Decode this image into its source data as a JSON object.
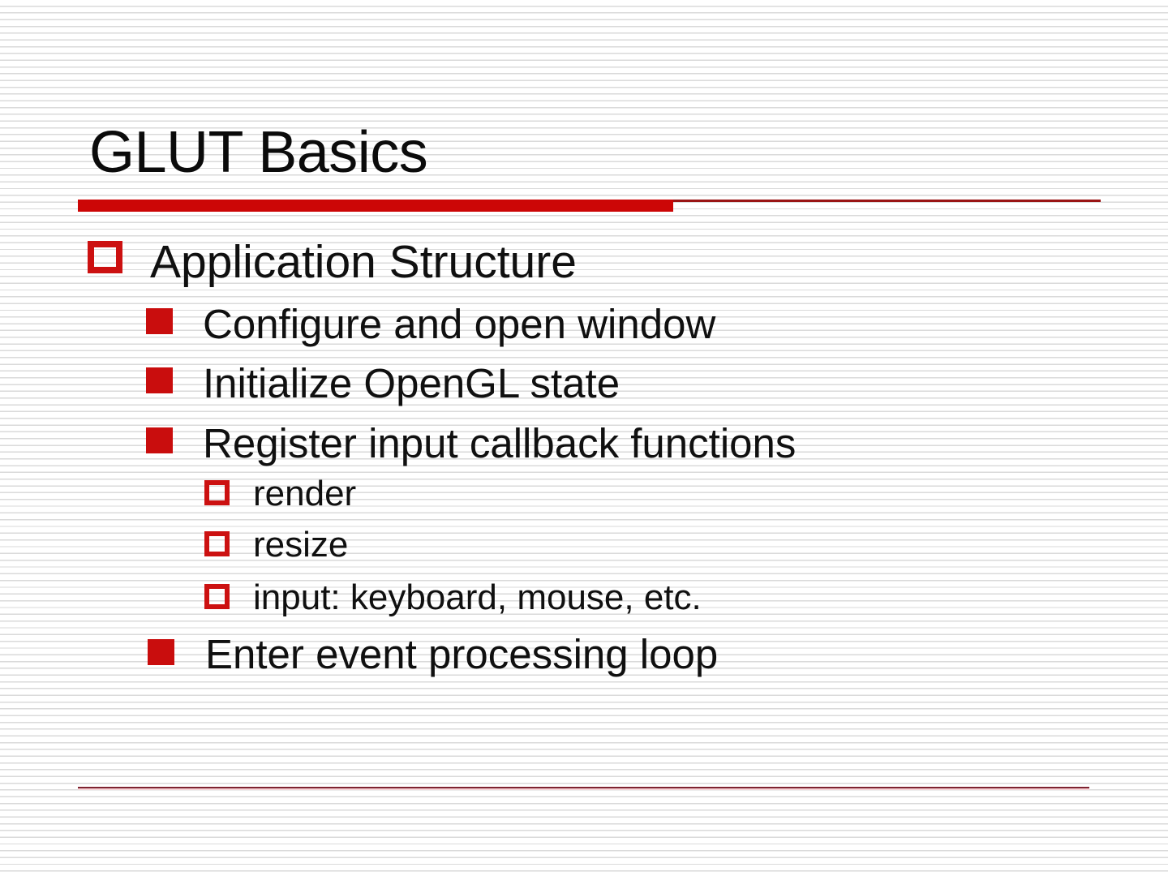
{
  "slide": {
    "title": "GLUT Basics",
    "bullets": [
      {
        "label": "Application Structure",
        "level": 1,
        "marker": "hollow-square"
      },
      {
        "label": "Configure and open window",
        "level": 2,
        "marker": "filled-square"
      },
      {
        "label": "Initialize OpenGL state",
        "level": 2,
        "marker": "filled-square"
      },
      {
        "label": "Register input callback functions",
        "level": 2,
        "marker": "filled-square"
      },
      {
        "label": "render",
        "level": 3,
        "marker": "hollow-square"
      },
      {
        "label": "resize",
        "level": 3,
        "marker": "hollow-square"
      },
      {
        "label": "input: keyboard, mouse, etc.",
        "level": 3,
        "marker": "hollow-square"
      },
      {
        "label": "Enter event processing loop",
        "level": 2,
        "marker": "filled-square"
      }
    ],
    "colors": {
      "accent_bar_red": "#cc0606",
      "accent_thin_line_red": "#991414",
      "bullet_fill_red": "#c90d0d",
      "bullet_outline_red": "#cc1111",
      "footer_line_maroon": "#7e2230",
      "footer_line_glow_pink": "#f6d3d6",
      "text_black": "#0b0b0b",
      "stripe_gray": "#dadada"
    }
  }
}
